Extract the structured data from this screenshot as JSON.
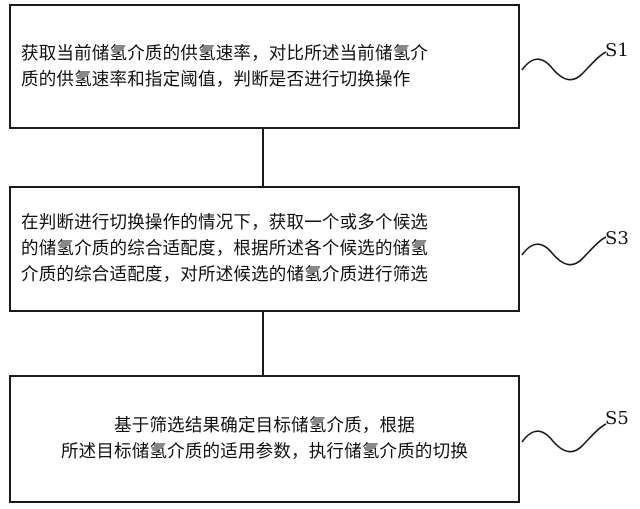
{
  "steps": [
    {
      "id": "S1",
      "text": "获取当前储氢介质的供氢速率，对比所述当前储氢介\n质的供氢速率和指定阈值，判断是否进行切换操作"
    },
    {
      "id": "S3",
      "text": "在判断进行切换操作的情况下，获取一个或多个候选\n的储氢介质的综合适配度，根据所述各个候选的储氢\n介质的综合适配度，对所述候选的储氢介质进行筛选"
    },
    {
      "id": "S5",
      "text": "基于筛选结果确定目标储氢介质，根据\n所述目标储氢介质的适用参数，执行储氢介质的切换"
    }
  ]
}
